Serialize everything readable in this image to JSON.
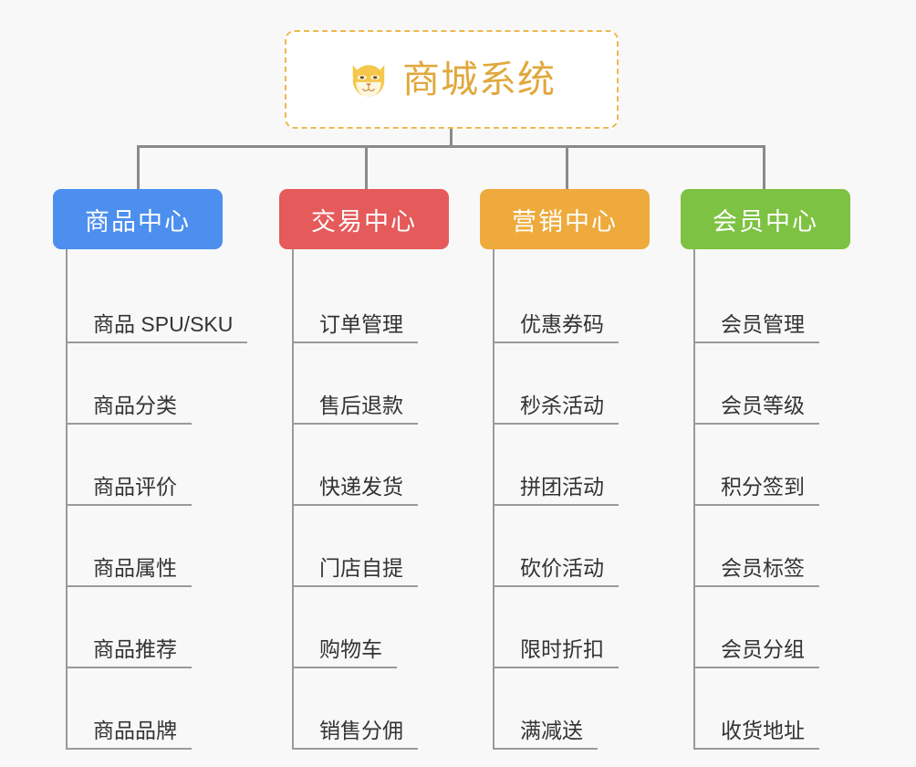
{
  "background_color": "#f8f8f8",
  "root": {
    "title": "商城系统",
    "icon": "shiba-dog-face-icon",
    "text_color": "#e0a83c",
    "border_color": "#eeb94e",
    "background_color": "#ffffff"
  },
  "connector_color": "#8a8a8a",
  "branches": [
    {
      "label": "商品中心",
      "color": "#4c8fee",
      "items": [
        "商品 SPU/SKU",
        "商品分类",
        "商品评价",
        "商品属性",
        "商品推荐",
        "商品品牌"
      ]
    },
    {
      "label": "交易中心",
      "color": "#e55a5a",
      "items": [
        "订单管理",
        "售后退款",
        "快递发货",
        "门店自提",
        "购物车",
        "销售分佣"
      ]
    },
    {
      "label": "营销中心",
      "color": "#eeaa3c",
      "items": [
        "优惠券码",
        "秒杀活动",
        "拼团活动",
        "砍价活动",
        "限时折扣",
        "满减送"
      ]
    },
    {
      "label": "会员中心",
      "color": "#7dc242",
      "items": [
        "会员管理",
        "会员等级",
        "积分签到",
        "会员标签",
        "会员分组",
        "收货地址"
      ]
    }
  ]
}
